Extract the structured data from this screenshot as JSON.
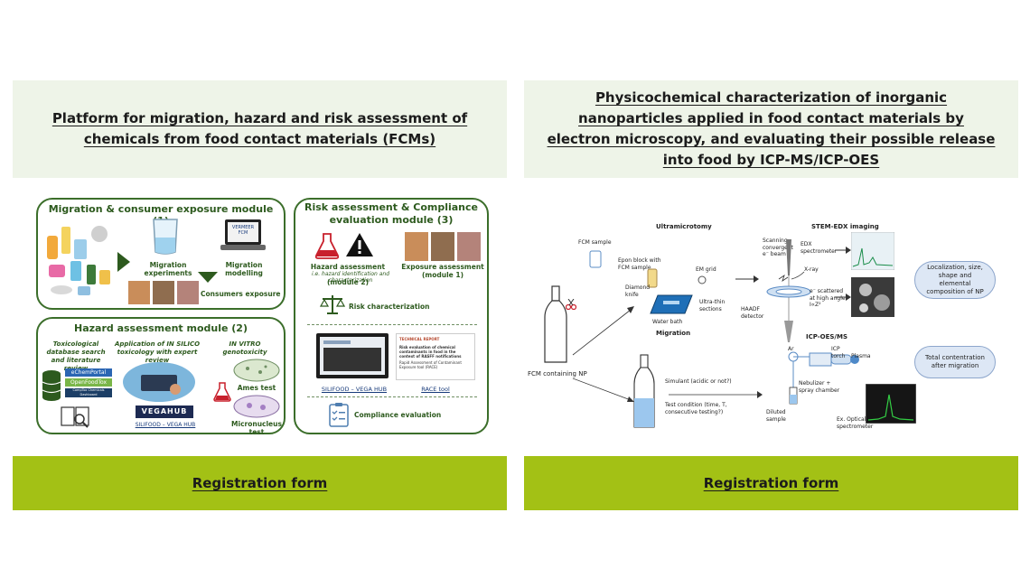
{
  "cards": [
    {
      "title": "Platform for migration, hazard and risk assessment of chemicals from food contact materials (FCMs)",
      "register_label": "Registration form",
      "figure": {
        "migration_module_title": "Migration & consumer exposure module (1)",
        "migration_experiments": "Migration experiments",
        "migration_modelling": "Migration modelling",
        "screen_label": "VERMEER FCM",
        "consumers_exposure": "Consumers exposure",
        "risk_module_title": "Risk assessment & Compliance evaluation module (3)",
        "hazard_assessment": "Hazard assessment",
        "hazard_assessment_sub": "i.e. hazard identification and characterization",
        "module_2": "(module 2)",
        "exposure_assessment": "Exposure assessment",
        "module_1": "(module 1)",
        "risk_characterization": "Risk characterization",
        "silifood_vega_hub_3": "SILIFOOD – VEGA HUB",
        "race_tool": "RACE tool",
        "compliance_evaluation": "Compliance evaluation",
        "report_header": "TECHNICAL REPORT",
        "report_title": "Risk evaluation of chemical contaminants in food in the context of RASFF notifications",
        "report_subtitle": "Rapid Assessment of Contaminant Exposure tool (RACE)",
        "hazard_module_title": "Hazard assessment module (2)",
        "toxicological_search": "Toxicological database search and literature review",
        "in_silico": "Application of IN SILICO toxicology with expert review",
        "in_vitro": "IN VITRO genotoxicity",
        "db_echem": "eChemPortal",
        "db_openfood": "OpenFoodTox",
        "db_comptox": "CompTox Chemicals Dashboard",
        "vegahub_logo": "VEGAHUB",
        "silifood_vega_hub_2": "SILIFOOD – VEGA HUB",
        "ames_test": "Ames test",
        "micronucleus_test": "Micronucleus test"
      }
    },
    {
      "title": "Physicochemical characterization of inorganic nanoparticles applied in food contact materials by electron microscopy, and evaluating their possible release into food by ICP-MS/ICP-OES",
      "register_label": "Registration form",
      "figure": {
        "ultramicrotomy": "Ultramicrotomy",
        "stem_edx": "STEM-EDX imaging",
        "migration": "Migration",
        "icp": "ICP-OES/MS",
        "fcm_sample": "FCM sample",
        "epon_block": "Epon block with FCM sample",
        "diamond_knife": "Diamond knife",
        "em_grid": "EM grid",
        "ultrathin": "Ultra-thin sections",
        "water_bath": "Water bath",
        "scanning_beam": "Scanning convergent e⁻ beam",
        "edx_spectrometer": "EDX spectrometer",
        "xray": "X-ray",
        "haadf": "HAADF detector",
        "scattered": "e⁻ scattered at high angle: I∝Z²",
        "localization": "Localization, size, shape and elemental composition of NP",
        "total_concentration": "Total contentration after migration",
        "fcm_containing": "FCM containing NP",
        "simulant": "Simulant (acidic or not?)",
        "test_condition": "Test condition (time, T, consecutive testing?)",
        "diluted_sample": "Diluted sample",
        "ar": "Ar",
        "icp_torch": "ICP torch",
        "plasma": "Plasma",
        "nebulizer": "Nebulizer + spray chamber",
        "optical": "Ex. Optical spectrometer"
      }
    }
  ],
  "colors": {
    "header_bg": "#eef4e8",
    "footer_bg": "#a3c115",
    "module_border": "#3b6e2a",
    "module_text": "#2d5a1e",
    "bubble_bg": "#dde7f5"
  }
}
